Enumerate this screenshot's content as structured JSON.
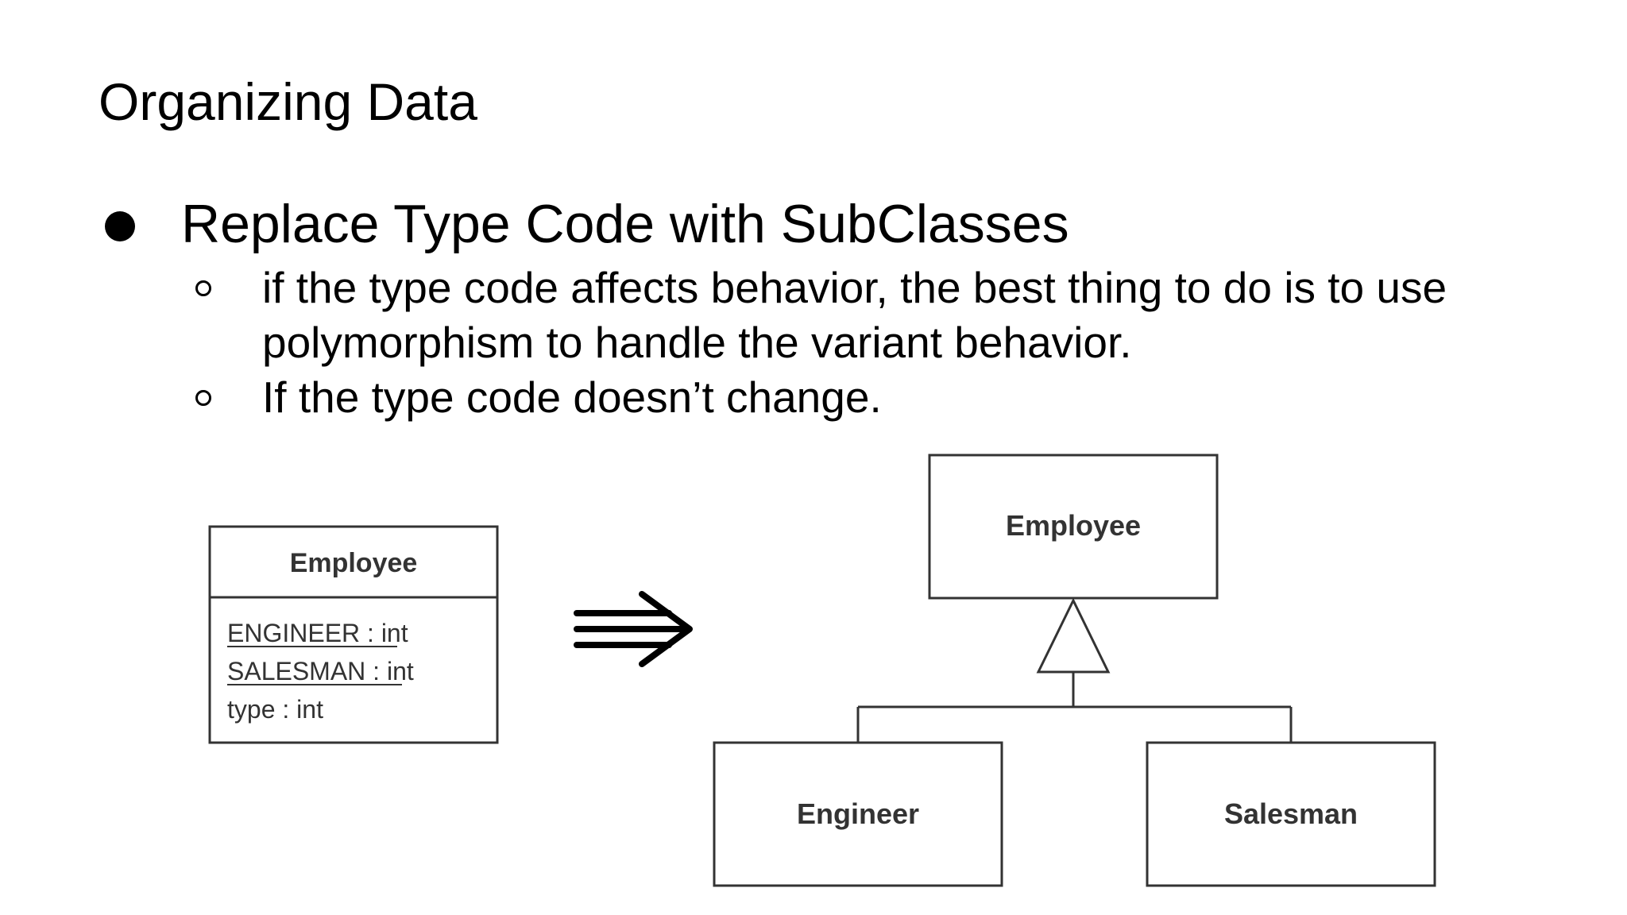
{
  "slide": {
    "title": "Organizing Data",
    "bullet": "Replace Type Code with SubClasses",
    "sub_bullets": [
      " if the type code affects behavior, the best thing to do is to use polymorphism to handle the variant behavior.",
      "If the type code doesn’t change."
    ]
  },
  "diagram": {
    "before": {
      "class_name": "Employee",
      "attributes": [
        "ENGINEER : int",
        "SALESMAN : int",
        "type : int"
      ]
    },
    "arrow": "⇛",
    "after": {
      "parent": "Employee",
      "children": [
        "Engineer",
        "Salesman"
      ]
    }
  }
}
